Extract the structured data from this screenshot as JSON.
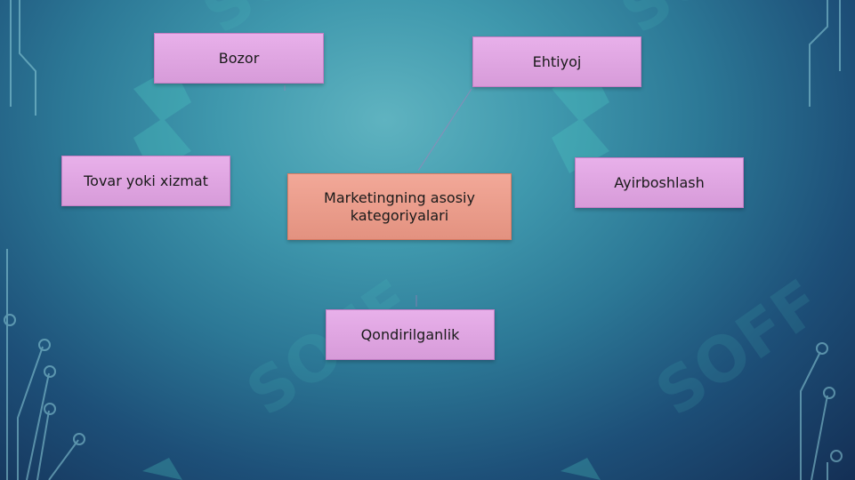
{
  "diagram": {
    "center": "Marketingning asosiy kategoriyalari",
    "nodes": {
      "bozor": "Bozor",
      "ehtiyoj": "Ehtiyoj",
      "tovar": "Tovar yoki xizmat",
      "ayirboshlash": "Ayirboshlash",
      "qondirilganlik": "Qondirilganlik"
    }
  },
  "watermark": "SOFF",
  "colors": {
    "node_fill": "#dda2df",
    "node_border": "#c67dc5",
    "center_fill": "#eb9d8a",
    "center_border": "#e07a60",
    "connector": "#b07ab8"
  }
}
